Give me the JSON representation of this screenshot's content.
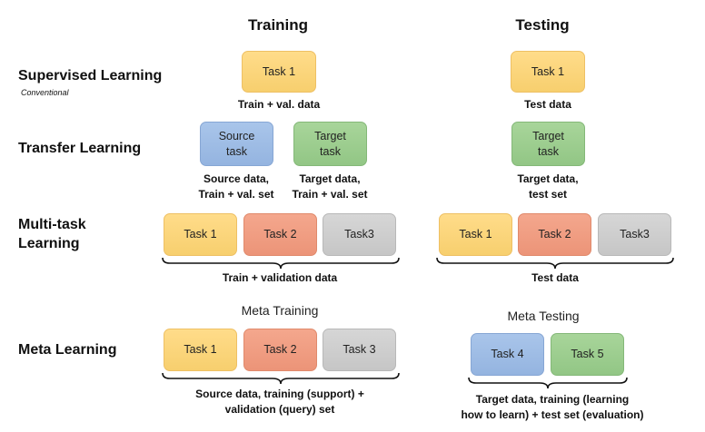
{
  "columns": {
    "training": "Training",
    "testing": "Testing"
  },
  "rows": {
    "supervised": {
      "label": "Supervised Learning",
      "sublabel": "Conventional"
    },
    "transfer": {
      "label": "Transfer Learning"
    },
    "multitask": {
      "label_line1": "Multi-task",
      "label_line2": "Learning"
    },
    "meta": {
      "label": "Meta Learning"
    }
  },
  "supervised": {
    "train_task": "Task 1",
    "train_caption": "Train + val. data",
    "test_task": "Task 1",
    "test_caption": "Test data"
  },
  "transfer": {
    "source_task_l1": "Source",
    "source_task_l2": "task",
    "source_caption_l1": "Source data,",
    "source_caption_l2": "Train + val. set",
    "target_task_l1": "Target",
    "target_task_l2": "task",
    "target_caption_l1": "Target data,",
    "target_caption_l2": "Train + val. set",
    "test_task_l1": "Target",
    "test_task_l2": "task",
    "test_caption_l1": "Target data,",
    "test_caption_l2": "test set"
  },
  "multitask": {
    "train_tasks": [
      "Task 1",
      "Task 2",
      "Task3"
    ],
    "train_caption": "Train + validation data",
    "test_tasks": [
      "Task 1",
      "Task 2",
      "Task3"
    ],
    "test_caption": "Test data"
  },
  "meta": {
    "training_title": "Meta Training",
    "training_tasks": [
      "Task 1",
      "Task 2",
      "Task 3"
    ],
    "training_caption_l1": "Source data, training (support) +",
    "training_caption_l2": "validation (query) set",
    "testing_title": "Meta Testing",
    "testing_tasks": [
      "Task 4",
      "Task 5"
    ],
    "testing_caption_l1": "Target data, training (learning",
    "testing_caption_l2": "how to learn) + test set (evaluation)"
  },
  "colors": {
    "yellow": "#f7cf6e",
    "red": "#ec9478",
    "gray": "#c6c6c6",
    "blue": "#94b4e0",
    "green": "#92c685"
  }
}
